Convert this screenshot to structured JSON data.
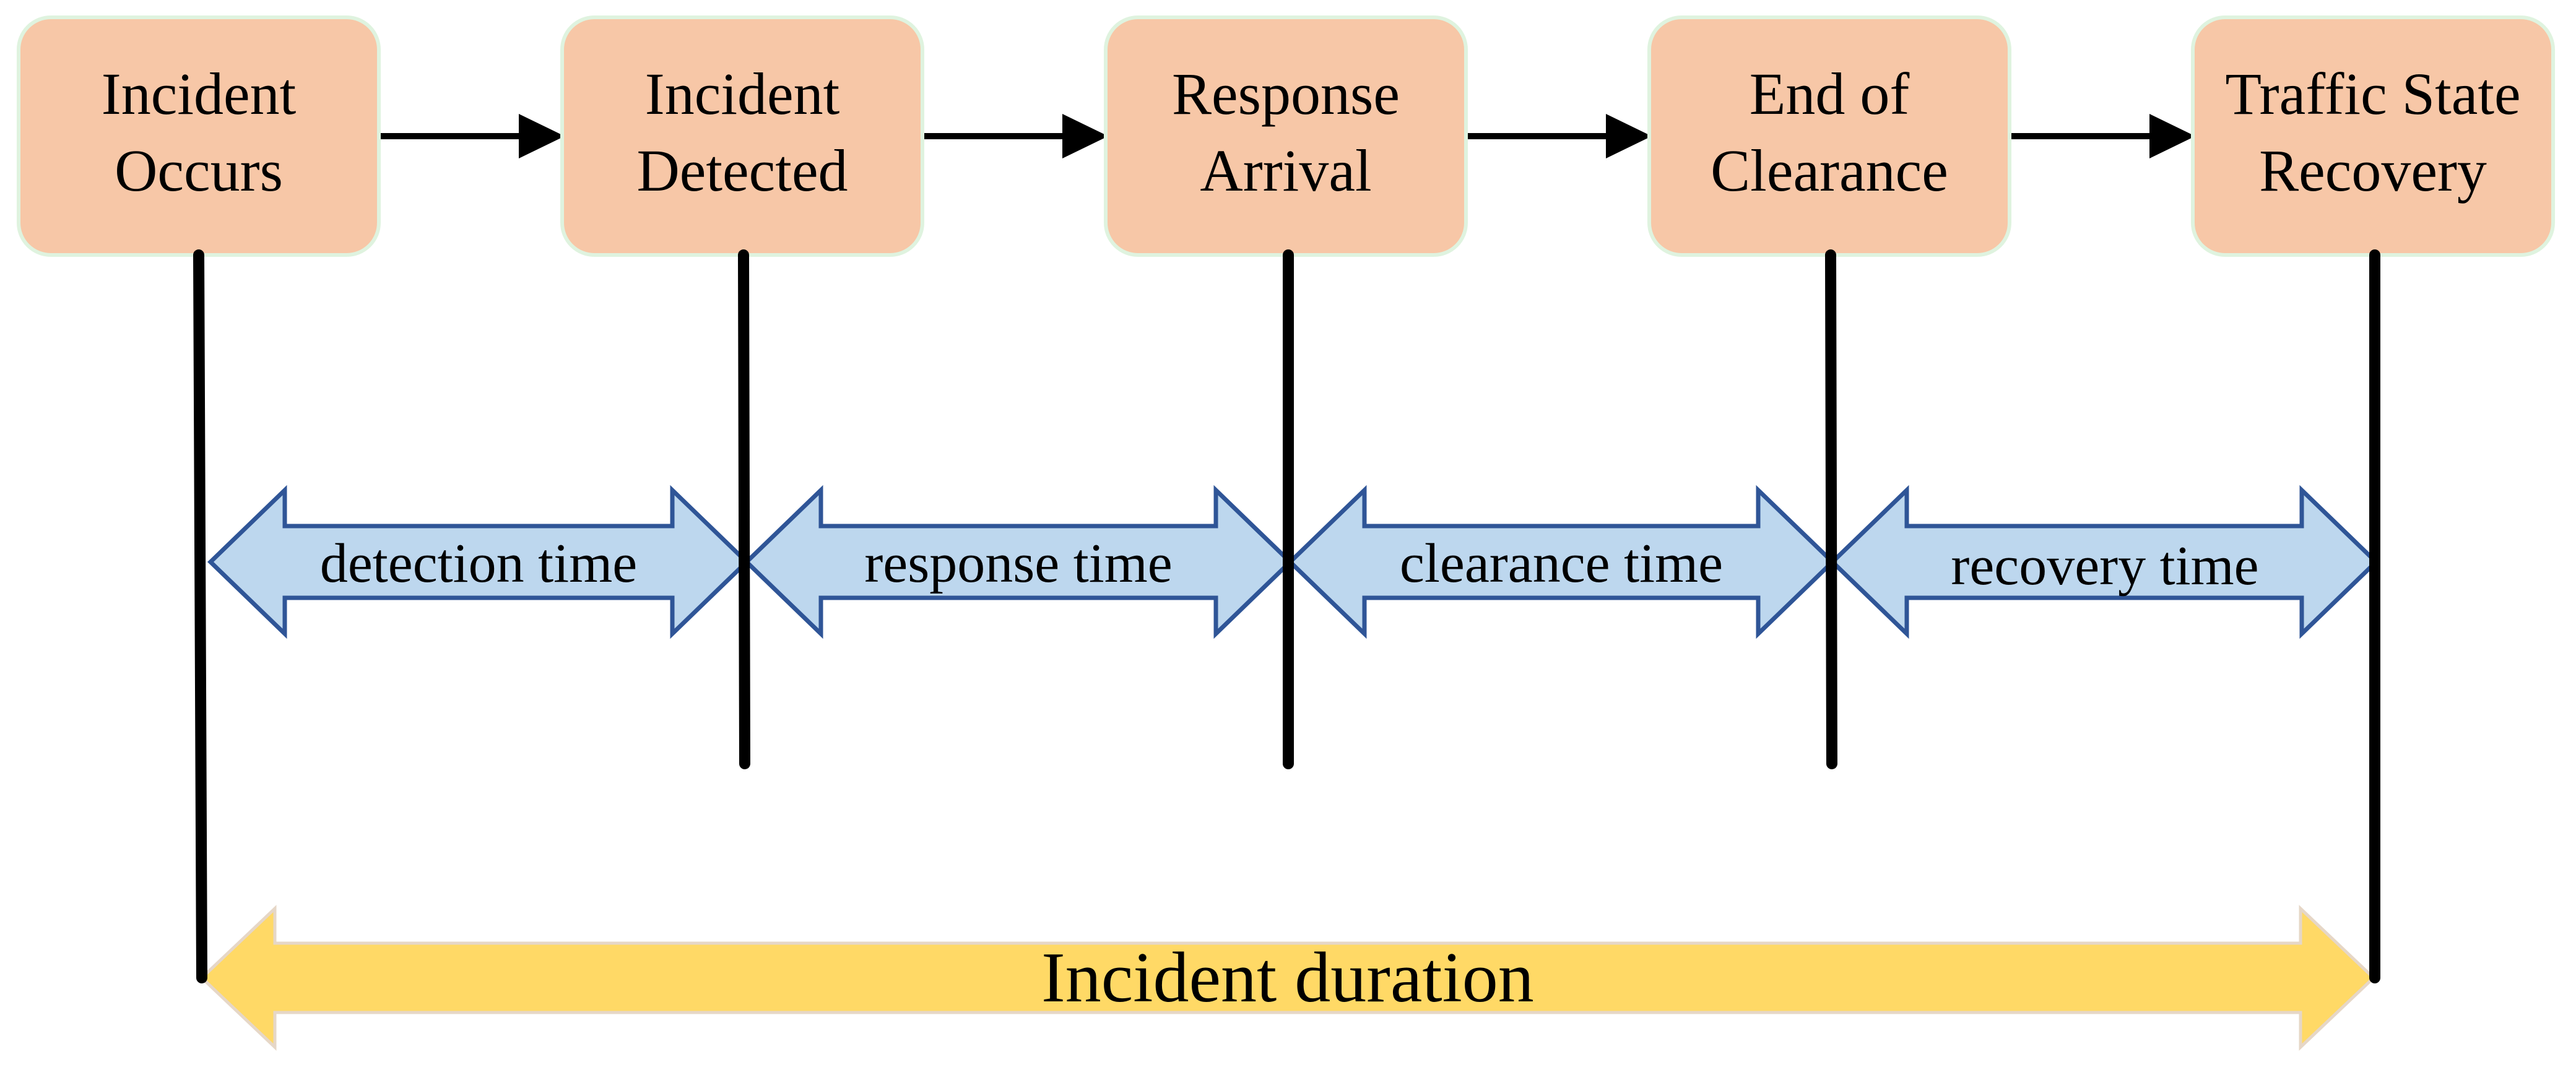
{
  "stages": [
    {
      "id": "incident-occurs",
      "lines": [
        "Incident",
        "Occurs"
      ]
    },
    {
      "id": "incident-detected",
      "lines": [
        "Incident",
        "Detected"
      ]
    },
    {
      "id": "response-arrival",
      "lines": [
        "Response",
        "Arrival"
      ]
    },
    {
      "id": "end-of-clearance",
      "lines": [
        "End of",
        "Clearance"
      ]
    },
    {
      "id": "traffic-state-recovery",
      "lines": [
        "Traffic State",
        "Recovery"
      ]
    }
  ],
  "phases": [
    {
      "id": "detection-time",
      "label": "detection time"
    },
    {
      "id": "response-time",
      "label": "response time"
    },
    {
      "id": "clearance-time",
      "label": "clearance time"
    },
    {
      "id": "recovery-time",
      "label": "recovery time"
    }
  ],
  "duration": {
    "label": "Incident duration"
  },
  "colors": {
    "stage_fill": "#f7c7a7",
    "phase_fill": "#bdd7ee",
    "phase_stroke": "#2f5597",
    "duration_fill": "#ffd966"
  }
}
